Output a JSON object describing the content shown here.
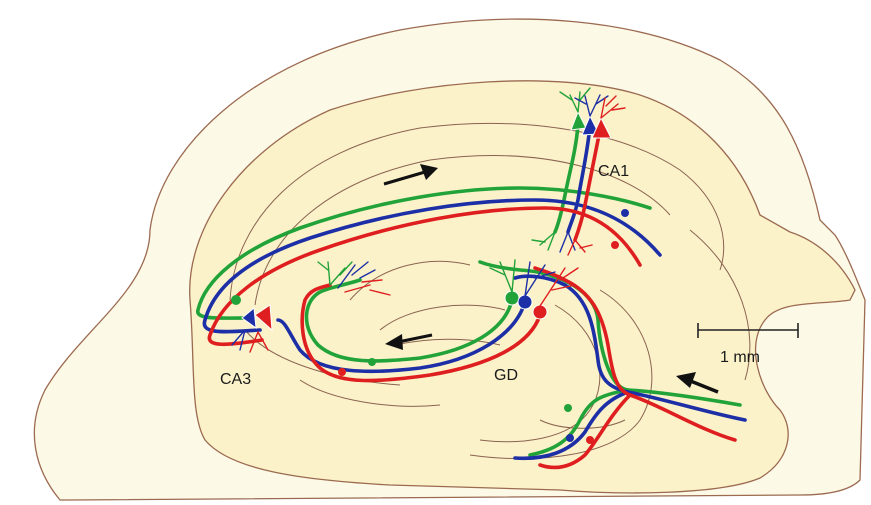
{
  "labels": {
    "ca1": "CA1",
    "ca3": "CA3",
    "gd": "GD",
    "scale": "1 mm"
  },
  "colors": {
    "pathway_green": "#22a33a",
    "pathway_blue": "#1d2fa6",
    "pathway_red": "#df1f1f",
    "tissue": "#fbf2c9",
    "tissue_side": "#fdf9e7",
    "outline": "#9b6a50"
  },
  "icons": [
    "arrow-icon",
    "scale-bar"
  ]
}
